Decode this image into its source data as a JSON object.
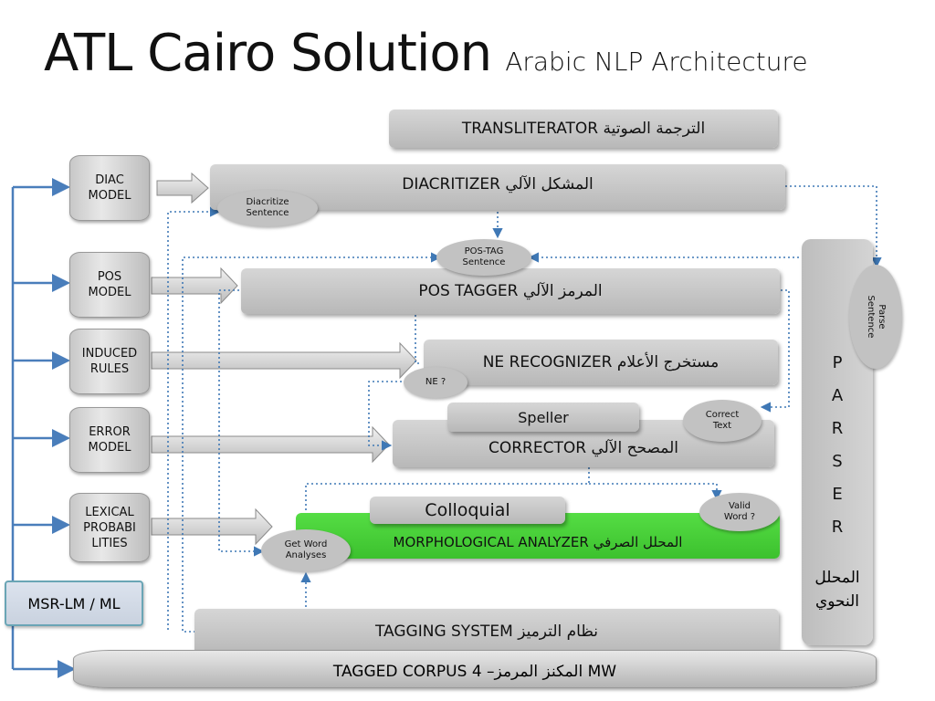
{
  "title": {
    "main": "ATL Cairo Solution",
    "subtitle": "Arabic NLP Architecture"
  },
  "transliterator": "TRANSLITERATOR الترجمة الصوتية",
  "diacritizer": "DIACRITIZER المشكل الآلي",
  "pos_tagger": "POS TAGGER المرمز الآلي",
  "ne_recognizer": "NE RECOGNIZER مستخرج الأعلام",
  "speller": "Speller",
  "corrector": "CORRECTOR المصحح الآلي",
  "colloquial": "Colloquial",
  "morph_analyzer": "MORPHOLOGICAL ANALYZER المحلل الصرفي",
  "tagging_system": "TAGGING SYSTEM  نظام الترميز",
  "tagged_corpus": "TAGGED CORPUS  المكنز المرمز– 4 MW",
  "msr_lm": "MSR-LM / ML",
  "models": {
    "diac": "DIAC MODEL",
    "pos": "POS MODEL",
    "induced": "INDUCED RULES",
    "error": "ERROR MODEL",
    "lexical": "LEXICAL PROBABI LITIES"
  },
  "bubbles": {
    "diacritize_sentence": "Diacritize Sentence",
    "pos_tag_sentence": "POS-TAG Sentence",
    "ne": "NE ?",
    "correct_text": "Correct Text",
    "valid_word": "Valid Word ?",
    "get_word_analyses": "Get Word Analyses",
    "parse_sentence": "Parse Sentence"
  },
  "parser": {
    "letters": [
      "P",
      "A",
      "R",
      "S",
      "E",
      "R"
    ],
    "arabic": "المحلل النحوي"
  },
  "colors": {
    "accent_blue": "#4a7ebb",
    "green": "#4cd137",
    "gray": "#c0c0c0"
  }
}
